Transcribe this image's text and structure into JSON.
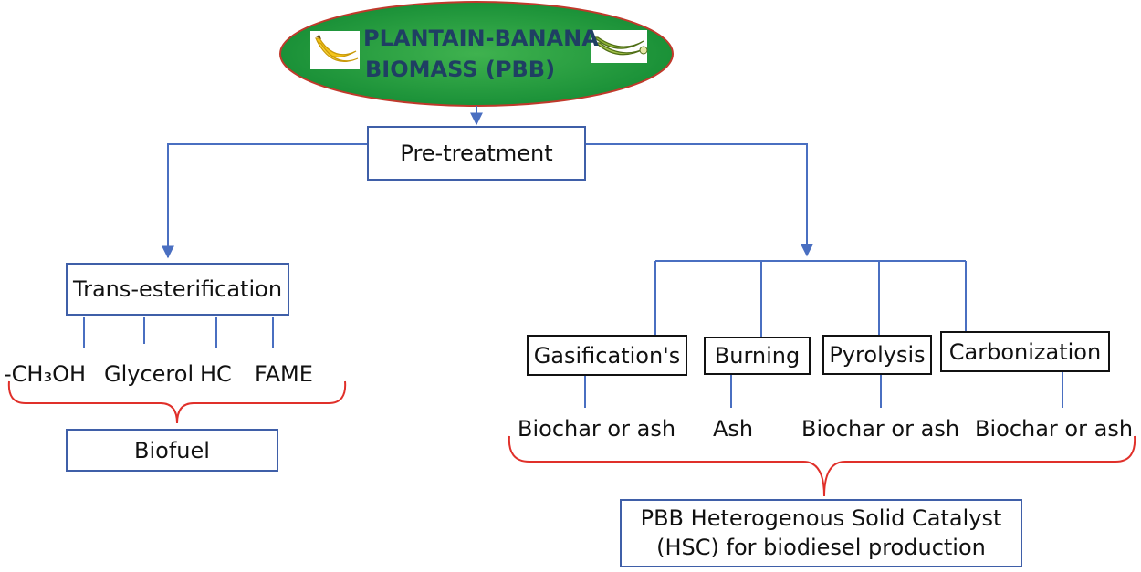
{
  "root": {
    "title_line1": "PLANTAIN-BANANA",
    "title_line2": "BIOMASS (PBB)",
    "icons": [
      "banana-icon",
      "plantain-icon"
    ]
  },
  "pretreatment": "Pre-treatment",
  "left_branch": {
    "process": "Trans-esterification",
    "products": [
      "-CH₃OH",
      "Glycerol",
      "HC",
      "FAME"
    ],
    "result": "Biofuel"
  },
  "right_branch": {
    "processes": [
      "Gasification's",
      "Burning",
      "Pyrolysis",
      "Carbonization"
    ],
    "outputs": [
      "Biochar or ash",
      "Ash",
      "Biochar or ash",
      "Biochar or ash"
    ],
    "result_line1": "PBB Heterogenous Solid Catalyst",
    "result_line2": "(HSC) for biodiesel production"
  },
  "colors": {
    "root_fill": "#1e9a3c",
    "root_border": "#c0392b",
    "connector": "#4a6fc1",
    "brace": "#e0302a",
    "box_border": "#3f5fa8"
  }
}
